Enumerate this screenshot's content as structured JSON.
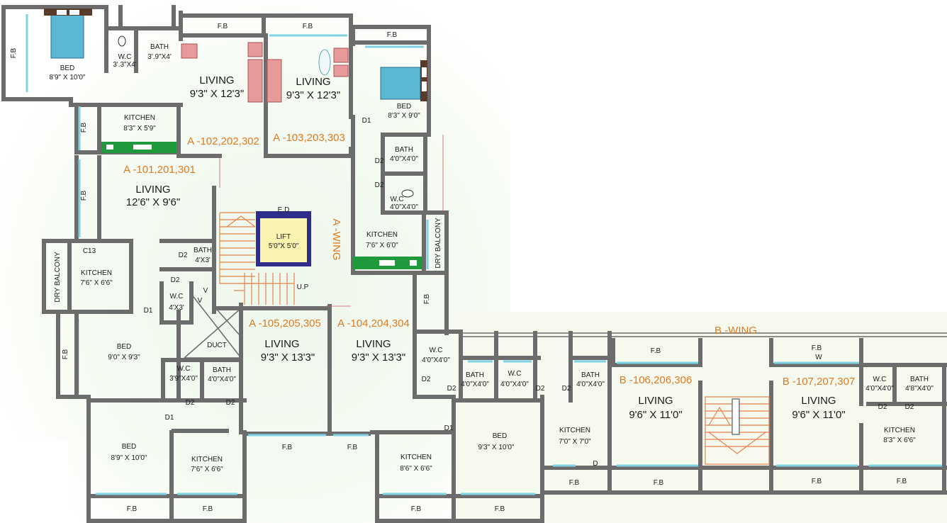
{
  "labels": {
    "bed_top_left": {
      "name": "BED",
      "size": "8'9\" X 10'0\""
    },
    "wc_top": {
      "name": "W.C",
      "size": "3'.3\"X4'"
    },
    "bath_top": {
      "name": "BATH",
      "size": "3'.9\"X4'"
    },
    "fb_top_a": "F.B",
    "fb_top_b": "F.B",
    "fb_top_c": "F.B",
    "fb_top_left": "F.B",
    "living_102": {
      "name": "LIVING",
      "size": "9'3\" X 12'3\""
    },
    "living_103": {
      "name": "LIVING",
      "size": "9'3\" X 12'3\""
    },
    "bed_right": {
      "name": "BED",
      "size": "8'3\" X 9'0\""
    },
    "d1_right": "D1",
    "kitchen_top": {
      "name": "KITCHEN",
      "size": "8'3\" X 5'9\""
    },
    "fb_kitchen_top": "F.B",
    "unit_102": "A -102,202,302",
    "unit_103": "A -103,203,303",
    "unit_101": "A -101,201,301",
    "bath_right": {
      "name": "BATH",
      "size": "4'0\"X4'0\""
    },
    "d2_a": "D2",
    "wc_right": {
      "name": "W.C",
      "size": "4'0\"X4'0\""
    },
    "d2_b": "D2",
    "living_101": {
      "name": "LIVING",
      "size": "12'6\" X 9'6\""
    },
    "fb_left_mid": "F.B",
    "ed": "E.D",
    "lift": {
      "name": "LIFT",
      "size": "5'0\"X 5'0\""
    },
    "a_wing": "A -WING",
    "kitchen_right": {
      "name": "KITCHEN",
      "size": "7'6\" X 6'0\""
    },
    "dry_balcony_right": "DRY BALCONY",
    "dry_balcony_left": "DRY BALCONY",
    "c13": "C13",
    "kitchen_left": {
      "name": "KITCHEN",
      "size": "7'6\" X 6'6\""
    },
    "bath_mid": {
      "name": "BATH",
      "size": "4'X3'"
    },
    "d2_c": "D2",
    "d2_d": "D2",
    "wc_mid": {
      "name": "W.C",
      "size": "4'X3'"
    },
    "v1": "V",
    "v2": "V",
    "up": "U.P",
    "d1_left": "D1",
    "fb_right_mid": "F.B",
    "unit_105": "A -105,205,305",
    "unit_104": "A -104,204,304",
    "b_wing": "B -WING",
    "bed_left_mid": {
      "name": "BED",
      "size": "9'0\" X 9'3\""
    },
    "fb_left_low": "F.B",
    "duct": "DUCT",
    "living_105": {
      "name": "LIVING",
      "size": "9'3\" X 13'3\""
    },
    "living_104": {
      "name": "LIVING",
      "size": "9'3\" X 13'3\""
    },
    "wc_b1": {
      "name": "W.C",
      "size": "4'0\"X4'0\""
    },
    "d2_e": "D2",
    "fb_b1": "F.B",
    "fb_b2": "F.B",
    "w_b2": "W",
    "wc_low": {
      "name": "W.C",
      "size": "3'9\"X4'0\""
    },
    "bath_low": {
      "name": "BATH",
      "size": "4'0\"X4'0\""
    },
    "d2_f": "D2",
    "d2_g": "D2",
    "bath_b1": {
      "name": "BATH",
      "size": "4'0\"X4'0\""
    },
    "wc_b2": {
      "name": "W.C",
      "size": "4'0\"X4'0\""
    },
    "bath_b2": {
      "name": "BATH",
      "size": "4'0\"X4'0\""
    },
    "d2_h": "D2",
    "d2_i": "D2",
    "d2_j": "D2",
    "unit_106": "B -106,206,306",
    "unit_107": "B -107,207,307",
    "wc_b3": {
      "name": "W.C",
      "size": "4'0\"X4'0\""
    },
    "bath_b3": {
      "name": "BATH",
      "size": "4'8\"X4'0\""
    },
    "d2_k": "D2",
    "d2_l": "D2",
    "living_106": {
      "name": "LIVING",
      "size": "9'6\" X 11'0\""
    },
    "living_107": {
      "name": "LIVING",
      "size": "9'6\" X 11'0\""
    },
    "d1_low_left": "D1",
    "d1_low_right": "D1",
    "bed_low_left": {
      "name": "BED",
      "size": "8'9\" X 10'0\""
    },
    "kitchen_low_a": {
      "name": "KITCHEN",
      "size": "7'6\" X 6'6\""
    },
    "fb_low_mid_a": "F.B",
    "fb_low_mid_b": "F.B",
    "kitchen_low_b": {
      "name": "KITCHEN",
      "size": "8'6\" X 6'6\""
    },
    "bed_low_right": {
      "name": "BED",
      "size": "9'3\" X 10'0\""
    },
    "kitchen_b1": {
      "name": "KITCHEN",
      "size": "7'0\" X 7'0\""
    },
    "d_b1": "D",
    "kitchen_b2": {
      "name": "KITCHEN",
      "size": "8'3\" X 6'6\""
    },
    "fb_b_low1": "F.B",
    "fb_b_low2": "F.B",
    "fb_b_low3": "F.B",
    "fb_b_low4": "F.B",
    "fb_bottom1": "F.B",
    "fb_bottom2": "F.B",
    "fb_bottom3": "F.B",
    "fb_bottom4": "F.B"
  },
  "colors": {
    "wall": "#6c6c6c",
    "window": "#7fd3e3",
    "unit_label": "#e07a22",
    "bed": "#5bb8d4",
    "sofa": "#e79a9a",
    "counter": "#1e9a3c",
    "lift_frame": "#2e2e8a",
    "lift_fill": "#fbf3b0",
    "stair": "#e8824a",
    "background_tint": "#f4f9f2"
  }
}
